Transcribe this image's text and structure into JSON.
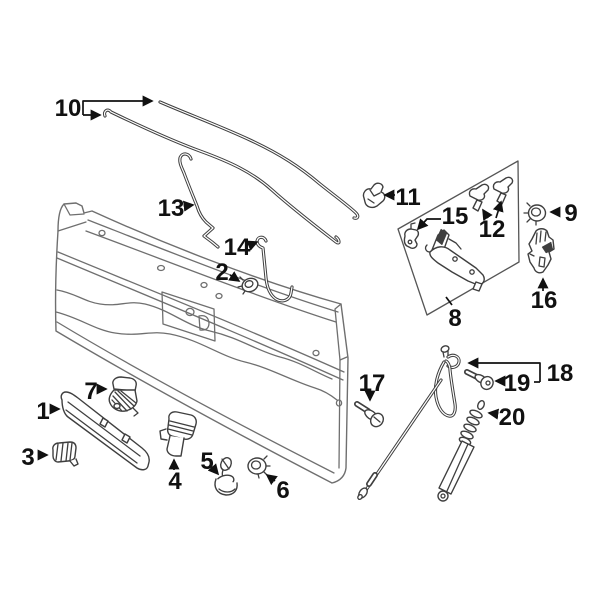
{
  "diagram": {
    "kind": "exploded-parts-diagram",
    "background": "#ffffff",
    "panel_line_color": "#6f6f6f",
    "part_line_color": "#3f3f3f",
    "callout_color": "#111111",
    "callouts": [
      {
        "text": "10"
      },
      {
        "text": "13"
      },
      {
        "text": "14"
      },
      {
        "text": "2"
      },
      {
        "text": "11"
      },
      {
        "text": "15"
      },
      {
        "text": "12"
      },
      {
        "text": "9"
      },
      {
        "text": "16"
      },
      {
        "text": "8"
      },
      {
        "text": "1"
      },
      {
        "text": "3"
      },
      {
        "text": "7"
      },
      {
        "text": "4"
      },
      {
        "text": "5"
      },
      {
        "text": "6"
      },
      {
        "text": "17"
      },
      {
        "text": "18"
      },
      {
        "text": "19"
      },
      {
        "text": "20"
      }
    ]
  }
}
